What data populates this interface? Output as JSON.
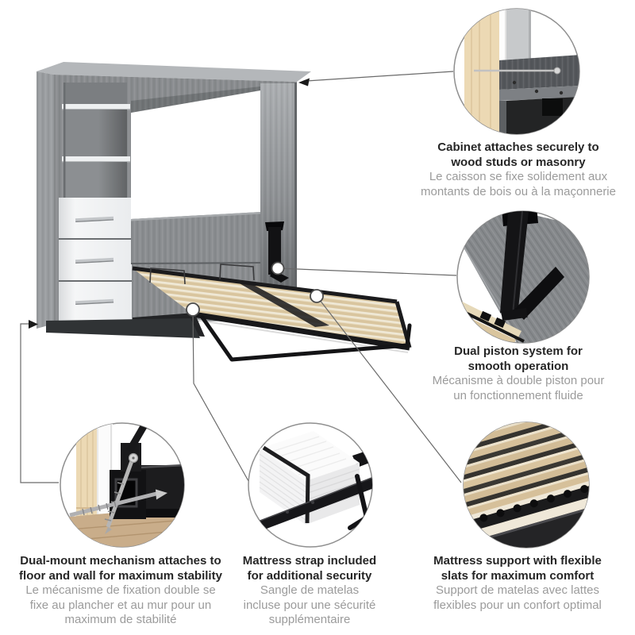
{
  "image_type": "product-feature-infographic",
  "product": {
    "name": "wall-bed-with-side-storage-open",
    "parts": [
      "cabinet",
      "open-shelves",
      "drawers",
      "fold-down-bed-frame",
      "wood-slats",
      "piston-bracket",
      "strap-wires",
      "leg-bar"
    ],
    "colors": {
      "background": "#ffffff",
      "cabinet_gray": "#898c8f",
      "cabinet_side_gray": "#9a9da0",
      "drawer_white": "#f3f4f5",
      "slat_wood": "#d8c49c",
      "frame_black": "#1b1b1d",
      "stud_beige": "#ecd9b4",
      "floor_wood": "#c9ad8a",
      "metal_silver": "#b5b5b5",
      "circle_border": "#8f8f8f",
      "text_dark": "#262626",
      "text_muted": "#9b9b9b",
      "connector_line": "#6a6a6a"
    }
  },
  "callouts": {
    "cabinet_mount": {
      "en": [
        "Cabinet attaches securely to",
        "wood studs or masonry"
      ],
      "fr": [
        "Le caisson se fixe solidement aux",
        "montants de bois ou à la maçonnerie"
      ]
    },
    "dual_piston": {
      "en": [
        "Dual piston system for",
        "smooth operation"
      ],
      "fr": [
        "Mécanisme à double piston pour",
        "un fonctionnement fluide"
      ]
    },
    "dual_mount": {
      "en": [
        "Dual-mount mechanism attaches to",
        "floor and wall for maximum stability"
      ],
      "fr": [
        "Le mécanisme de fixation double se",
        "fixe au plancher et au mur pour un",
        "maximum de stabilité"
      ]
    },
    "mattress_strap": {
      "en": [
        "Mattress strap included",
        "for additional security"
      ],
      "fr": [
        "Sangle de matelas",
        "incluse pour une sécurité",
        "supplémentaire"
      ]
    },
    "slat_support": {
      "en": [
        "Mattress support with flexible",
        "slats for maximum comfort"
      ],
      "fr": [
        "Support de matelas avec lattes",
        "flexibles pour un confort optimal"
      ]
    }
  }
}
